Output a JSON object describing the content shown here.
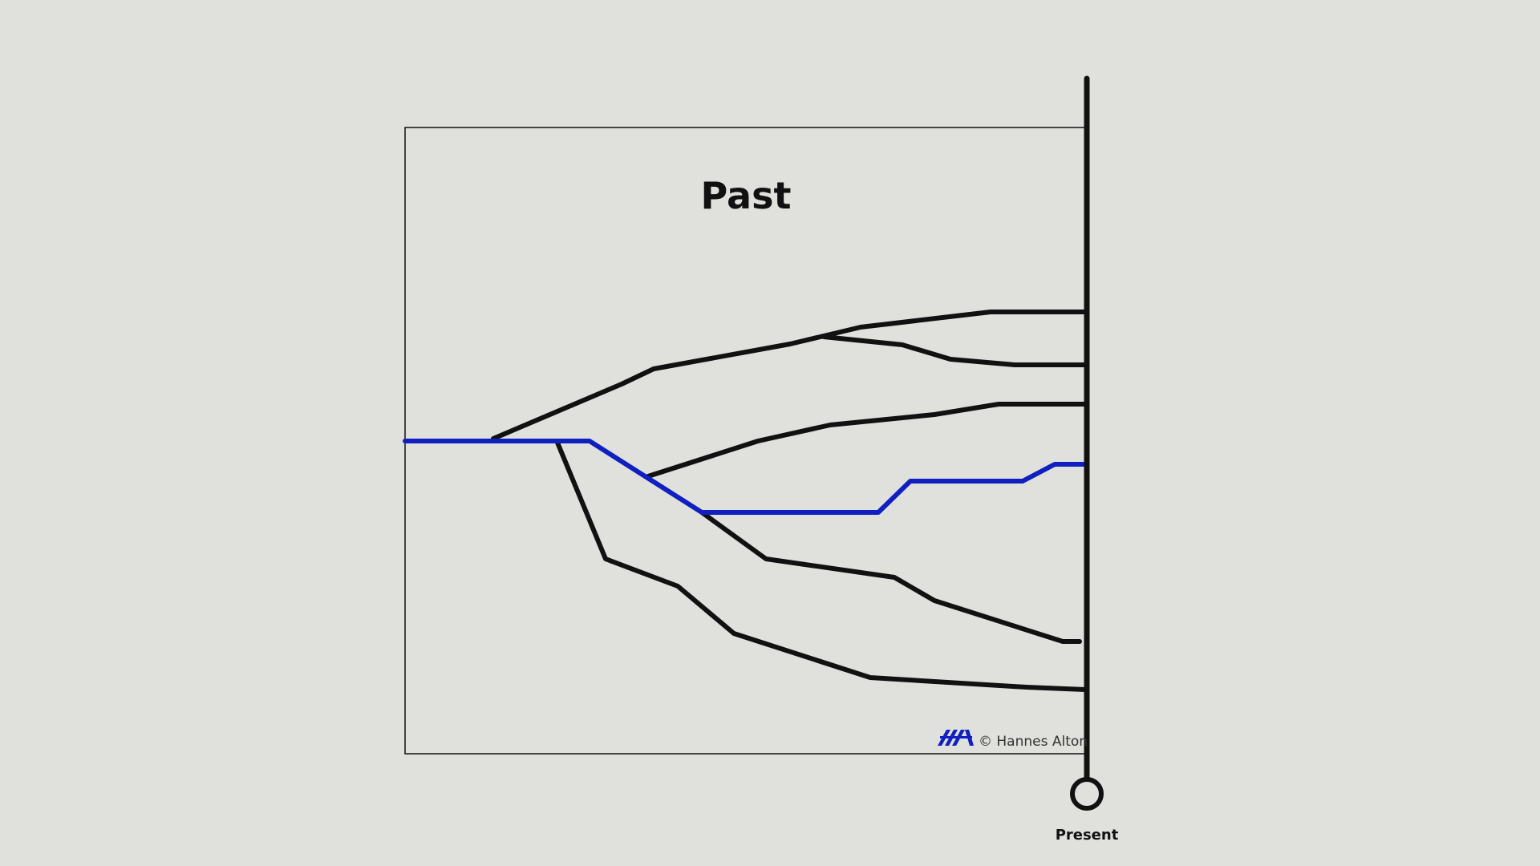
{
  "diagram": {
    "title": "Past",
    "present_label": "Present",
    "credit": "© Hannes Alton",
    "logo_name": "hannes-alton-logo",
    "colors": {
      "background": "#e0e1dc",
      "line": "#111111",
      "highlight": "#1020c0"
    }
  }
}
